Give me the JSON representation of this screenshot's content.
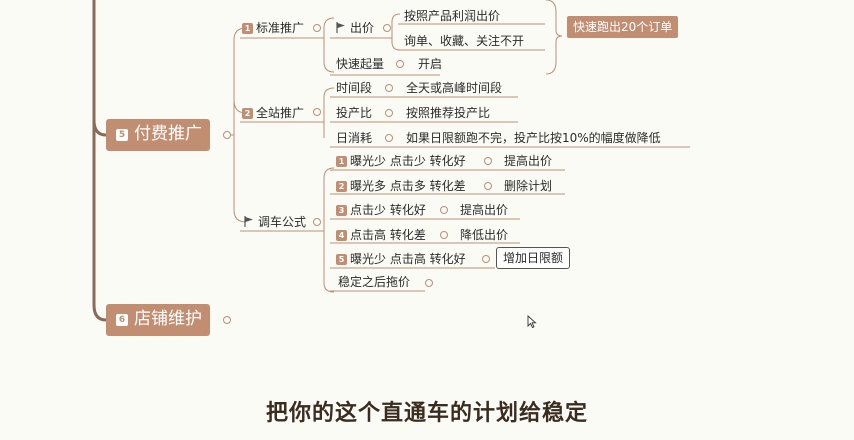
{
  "nodes": {
    "fufei": {
      "num": "5",
      "label": "付费推广"
    },
    "dianpu": {
      "num": "6",
      "label": "店铺维护"
    },
    "biaozhun": {
      "num": "1",
      "label": "标准推广"
    },
    "quanzhan": {
      "num": "2",
      "label": "全站推广"
    },
    "chujia": "出价",
    "chujia_a": "按照产品利润出价",
    "chujia_b": "询单、收藏、关注不开",
    "kuaisu": "快速起量",
    "kaiqi": "开启",
    "tag": "快速跑出20个订单",
    "shijianduan": "时间段",
    "shijianduan_v": "全天或高峰时间段",
    "touchanbi": "投产比",
    "touchanbi_v": "按照推荐投产比",
    "rixiaohao": "日消耗",
    "rixiaohao_v": "如果日限额跑不完，投产比按10%的幅度做降低",
    "tiaoche": "调车公式",
    "r1": {
      "num": "1",
      "label": "曝光少 点击少 转化好",
      "action": "提高出价"
    },
    "r2": {
      "num": "2",
      "label": "曝光多 点击多 转化差",
      "action": "删除计划"
    },
    "r3": {
      "num": "3",
      "label": "点击少 转化好",
      "action": "提高出价"
    },
    "r4": {
      "num": "4",
      "label": "点击高 转化差",
      "action": "降低出价"
    },
    "r5": {
      "num": "5",
      "label": "曝光少 点击高 转化好",
      "action": "增加日限额"
    },
    "r6": "稳定之后拖价"
  },
  "subtitle": "把你的这个直通车的计划给稳定",
  "colors": {
    "accent": "#c28e72",
    "line": "#b98f78"
  },
  "icons": [
    "flag-icon",
    "collapse-circle-icon",
    "mouse-cursor-icon"
  ]
}
